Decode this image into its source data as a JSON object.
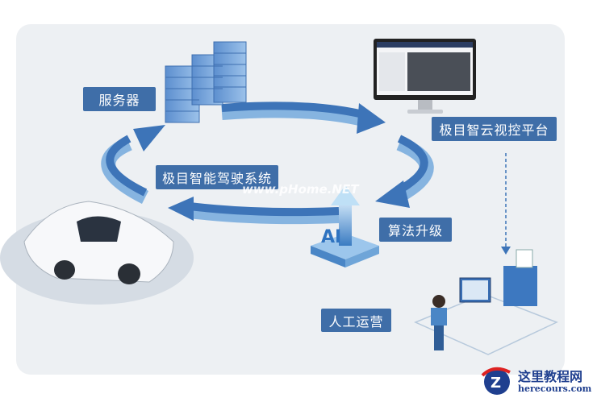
{
  "labels": {
    "server": "服务器",
    "cloud_platform": "极目智云视控平台",
    "driving_system": "极目智能驾驶系统",
    "algorithm_upgrade": "算法升级",
    "manual_operation": "人工运营"
  },
  "ai_badge": "AI",
  "watermark": "www.pHome.NET",
  "logo": {
    "name": "这里教程网",
    "url": "herecours.com",
    "letter": "Z"
  },
  "colors": {
    "label_bg": "#3f6ea8",
    "arrow": "#3d74b8",
    "arrow_light": "#86b4e0",
    "panel": "#edf0f3"
  }
}
